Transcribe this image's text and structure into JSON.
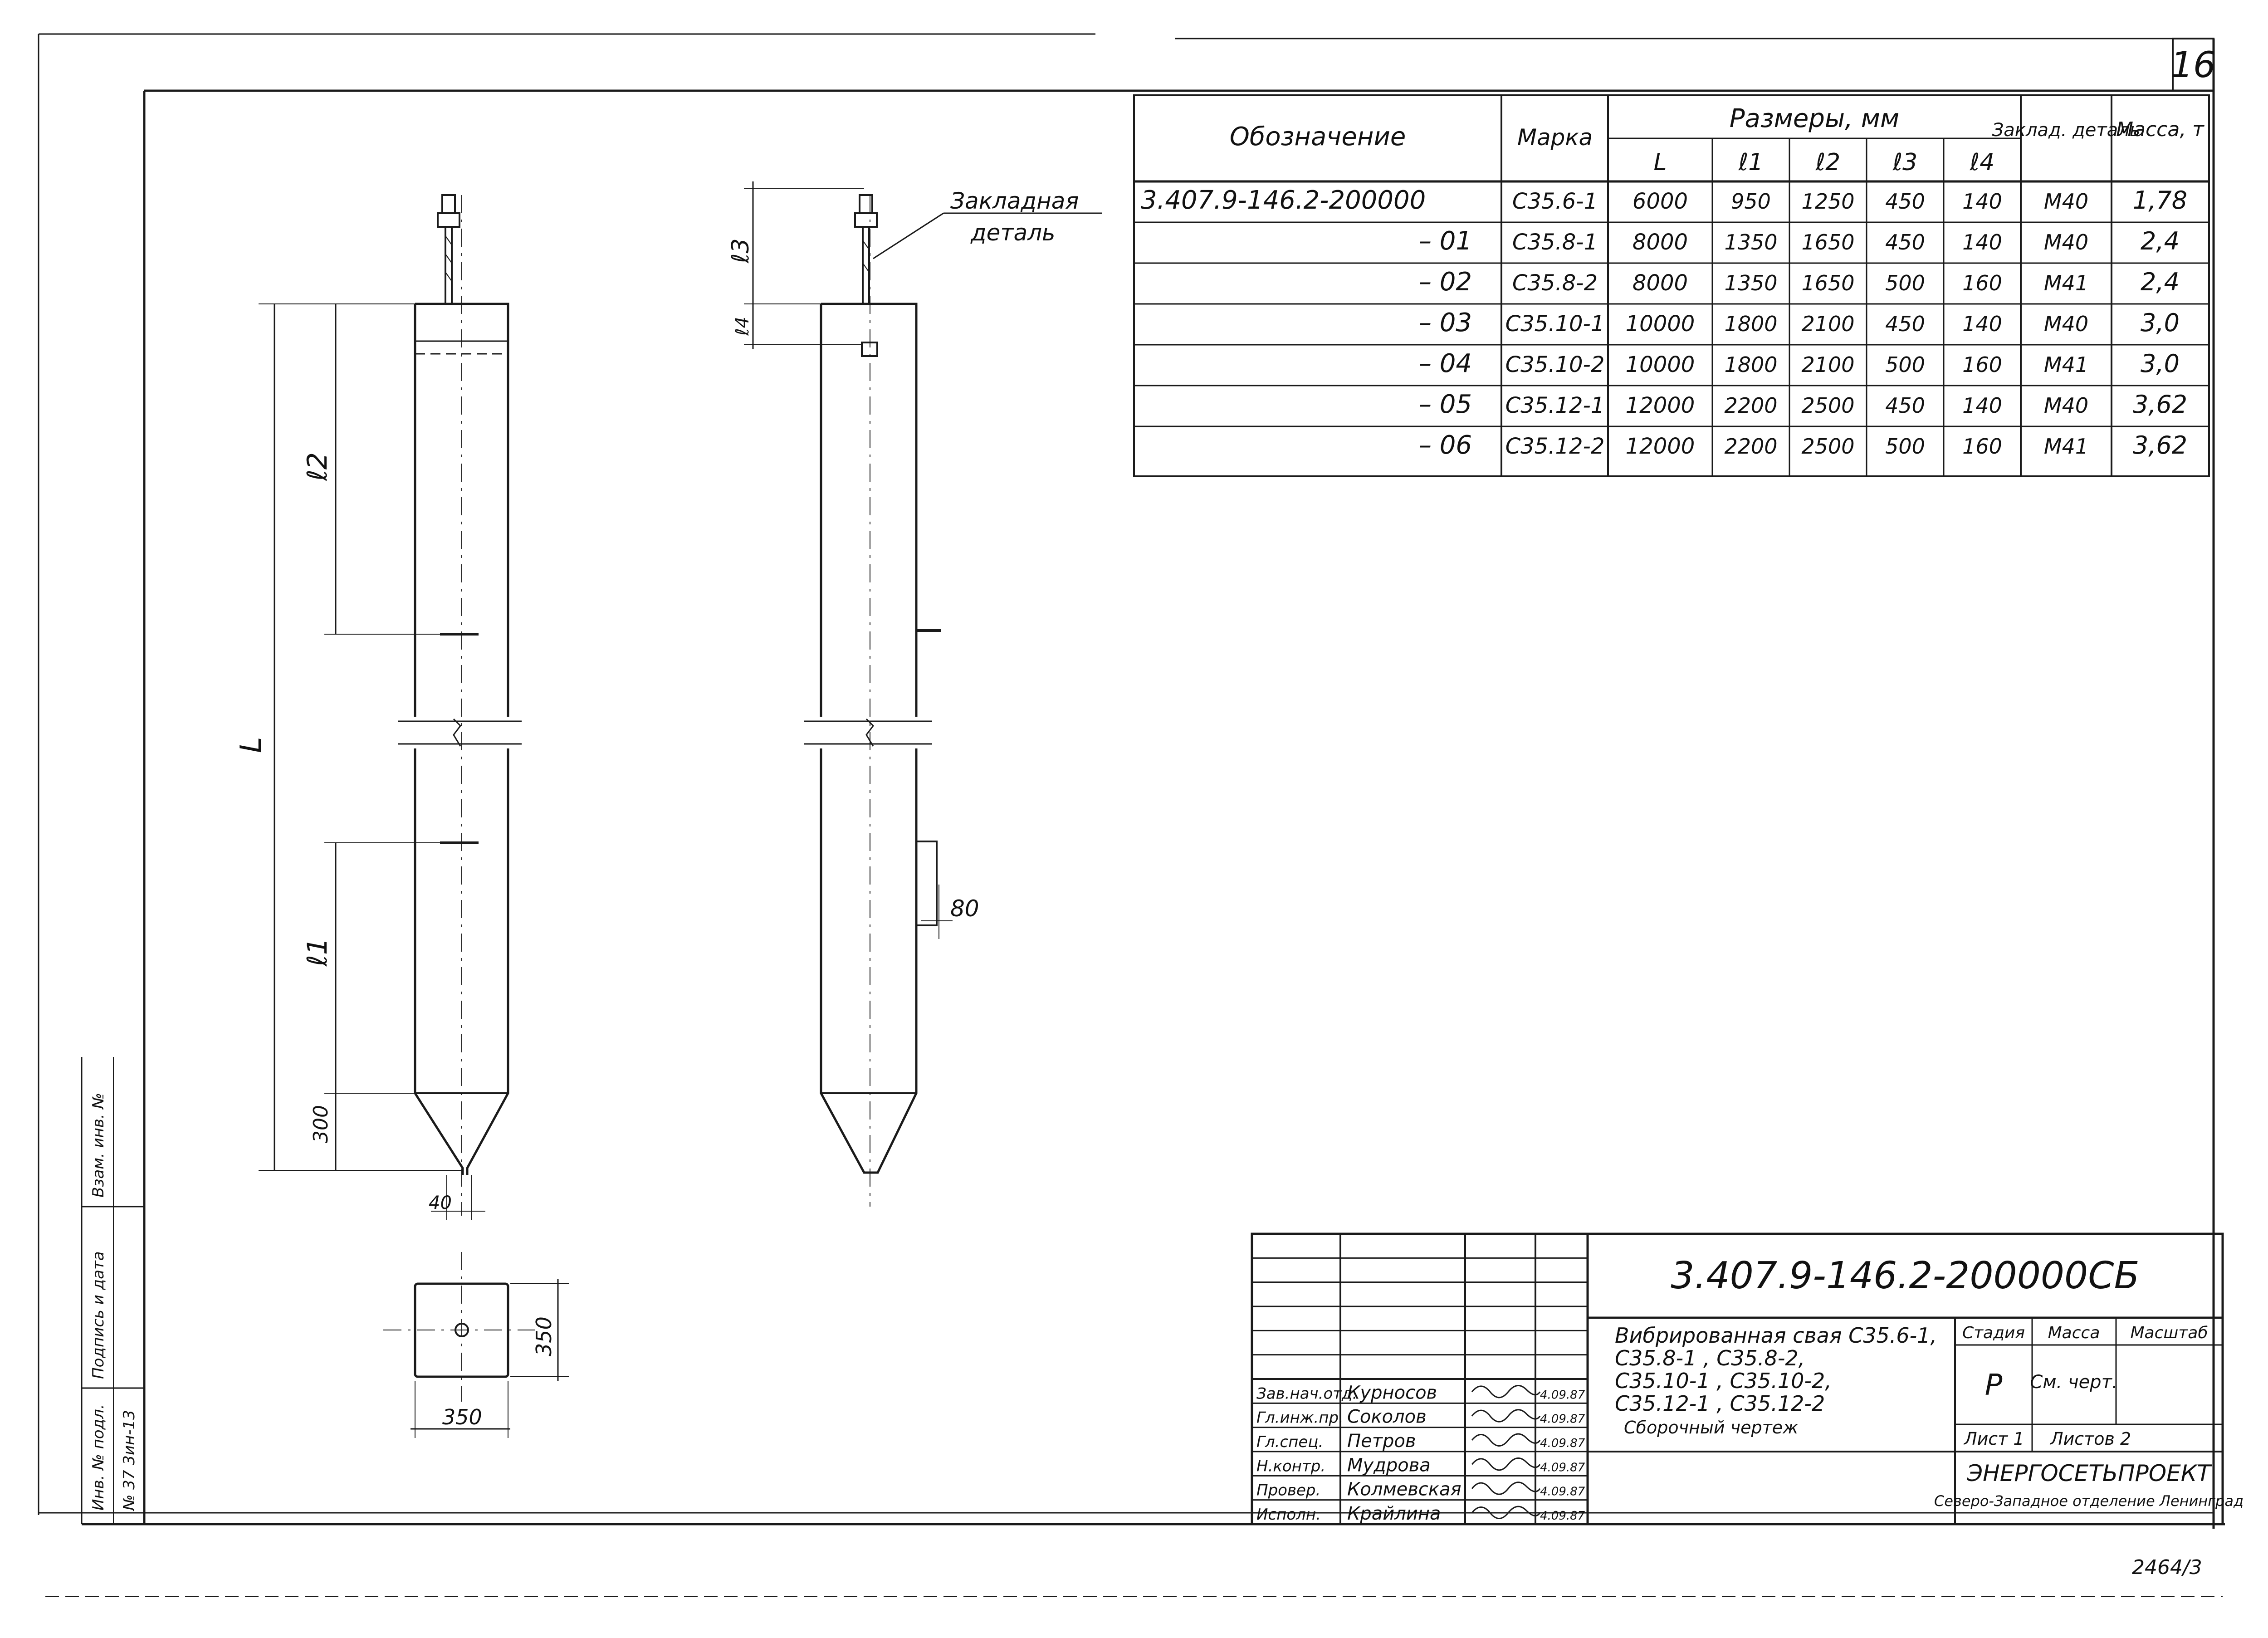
{
  "sheet": {
    "number": "16",
    "bottom_note": "2464/3",
    "side_stamp": [
      "Инв. № подл.",
      "Подпись и дата",
      "Взам. инв. №"
    ],
    "side_stamp_value": "№ 37 3ин-13"
  },
  "drawing": {
    "callout_label": "Закладная деталь",
    "dim_L": "L",
    "dim_l1": "ℓ1",
    "dim_l2": "ℓ2",
    "dim_l3": "ℓ3",
    "dim_l4": "ℓ4",
    "dim_300": "300",
    "dim_40": "40",
    "dim_80": "80",
    "dim_350_w": "350",
    "dim_350_h": "350"
  },
  "table": {
    "headers": {
      "designation": "Обозначение",
      "mark": "Марка",
      "sizes": "Размеры, мм",
      "L": "L",
      "l1": "ℓ1",
      "l2": "ℓ2",
      "l3": "ℓ3",
      "l4": "ℓ4",
      "embedded": "Заклад. деталь",
      "mass": "Масса, т"
    },
    "rows": [
      {
        "designation": "3.407.9-146.2-200000",
        "mark": "С35.6-1",
        "L": "6000",
        "l1": "950",
        "l2": "1250",
        "l3": "450",
        "l4": "140",
        "embedded": "М40",
        "mass": "1,78"
      },
      {
        "designation": "– 01",
        "mark": "С35.8-1",
        "L": "8000",
        "l1": "1350",
        "l2": "1650",
        "l3": "450",
        "l4": "140",
        "embedded": "М40",
        "mass": "2,4"
      },
      {
        "designation": "– 02",
        "mark": "С35.8-2",
        "L": "8000",
        "l1": "1350",
        "l2": "1650",
        "l3": "500",
        "l4": "160",
        "embedded": "М41",
        "mass": "2,4"
      },
      {
        "designation": "– 03",
        "mark": "С35.10-1",
        "L": "10000",
        "l1": "1800",
        "l2": "2100",
        "l3": "450",
        "l4": "140",
        "embedded": "М40",
        "mass": "3,0"
      },
      {
        "designation": "– 04",
        "mark": "С35.10-2",
        "L": "10000",
        "l1": "1800",
        "l2": "2100",
        "l3": "500",
        "l4": "160",
        "embedded": "М41",
        "mass": "3,0"
      },
      {
        "designation": "– 05",
        "mark": "С35.12-1",
        "L": "12000",
        "l1": "2200",
        "l2": "2500",
        "l3": "450",
        "l4": "140",
        "embedded": "М40",
        "mass": "3,62"
      },
      {
        "designation": "– 06",
        "mark": "С35.12-2",
        "L": "12000",
        "l1": "2200",
        "l2": "2500",
        "l3": "500",
        "l4": "160",
        "embedded": "М41",
        "mass": "3,62"
      }
    ]
  },
  "title_block": {
    "doc_code": "3.407.9-146.2-200000СБ",
    "title_lines": [
      "Вибрированная свая С35.6-1,",
      "С35.8-1 , С35.8-2,",
      "С35.10-1 , С35.10-2,",
      "С35.12-1 , С35.12-2",
      "Сборочный чертеж"
    ],
    "stage_label": "Стадия",
    "mass_label": "Масса",
    "scale_label": "Масштаб",
    "stage_value": "Р",
    "mass_value": "См. черт.",
    "sheet_label": "Лист 1",
    "sheets_label": "Листов 2",
    "org_name": "ЭНЕРГОСЕТЬПРОЕКТ",
    "org_sub": "Северо-Западное отделение Ленинград",
    "staff": [
      {
        "role": "Зав.нач.отд.",
        "name": "Курносов",
        "date": "4.09.87"
      },
      {
        "role": "Гл.инж.пр.",
        "name": "Соколов",
        "date": "4.09.87"
      },
      {
        "role": "Гл.спец.",
        "name": "Петров",
        "date": "4.09.87"
      },
      {
        "role": "Н.контр.",
        "name": "Мудрова",
        "date": "4.09.87"
      },
      {
        "role": "Провер.",
        "name": "Колмевская",
        "date": "4.09.87"
      },
      {
        "role": "Исполн.",
        "name": "Крайлина",
        "date": "4.09.87"
      }
    ]
  }
}
